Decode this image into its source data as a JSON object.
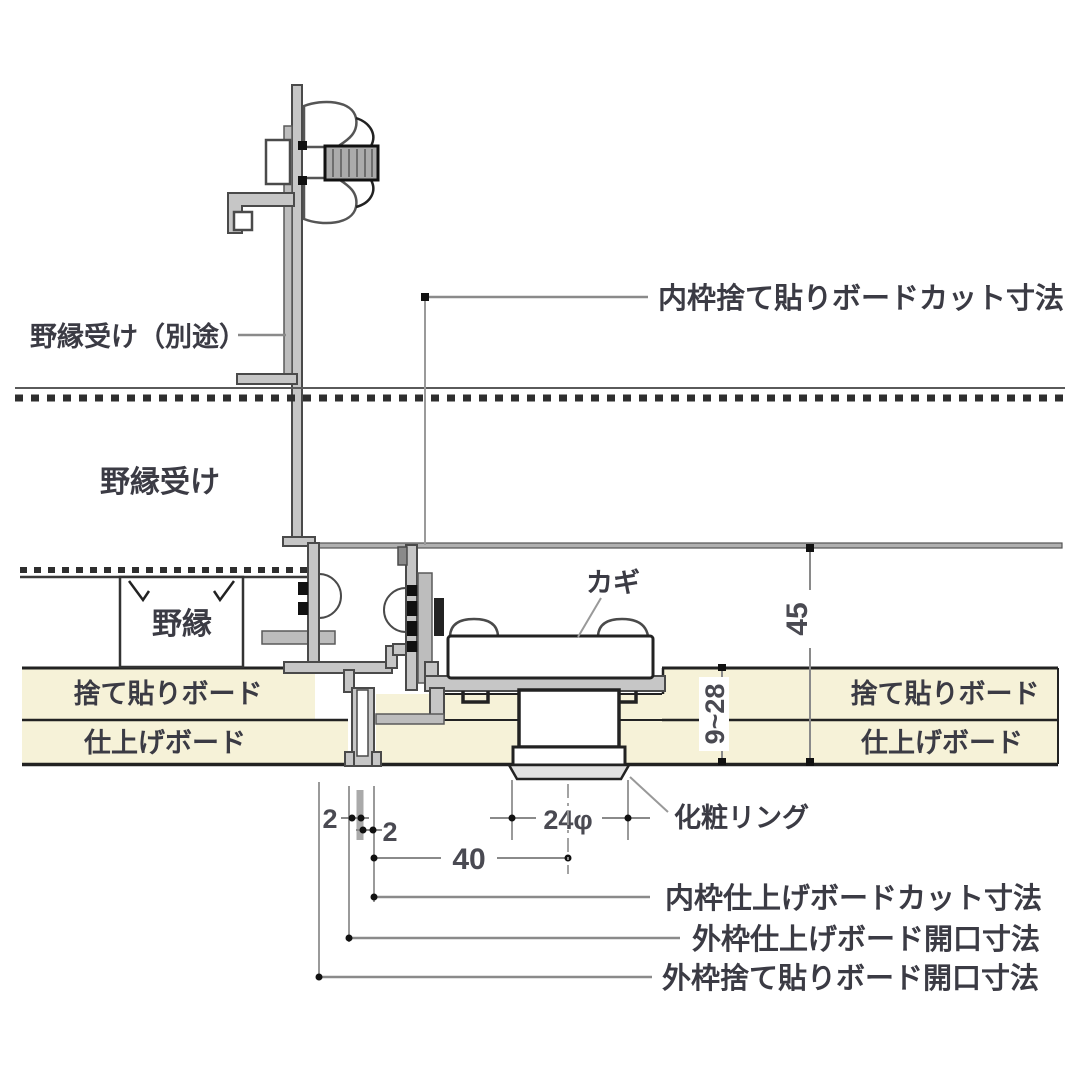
{
  "labels": {
    "nobuchi_uke_bekkyo": "野縁受け（別途）",
    "nobuchi_uke": "野縁受け",
    "nobuchi": "野縁",
    "sutebari_left": "捨て貼りボード",
    "shiage_left": "仕上げボード",
    "sutebari_right": "捨て貼りボード",
    "shiage_right": "仕上げボード",
    "kagi": "カギ",
    "kesho_ring": "化粧リング",
    "uchiwaku_sutebari_cut": "内枠捨て貼りボードカット寸法",
    "uchiwaku_shiage_cut": "内枠仕上げボードカット寸法",
    "sotowaku_shiage_kaikou": "外枠仕上げボード開口寸法",
    "sotowaku_sutebari_kaikou": "外枠捨て貼りボード開口寸法"
  },
  "dims": {
    "d45": "45",
    "d9_28": "9~28",
    "d2a": "2",
    "d2b": "2",
    "d40": "40",
    "d24phi": "24φ"
  },
  "colors": {
    "board_fill": "#f6f2d8",
    "metal_fill": "#c6c6c6",
    "line_dark": "#222222",
    "dimension_gray": "#8a8a8a"
  }
}
